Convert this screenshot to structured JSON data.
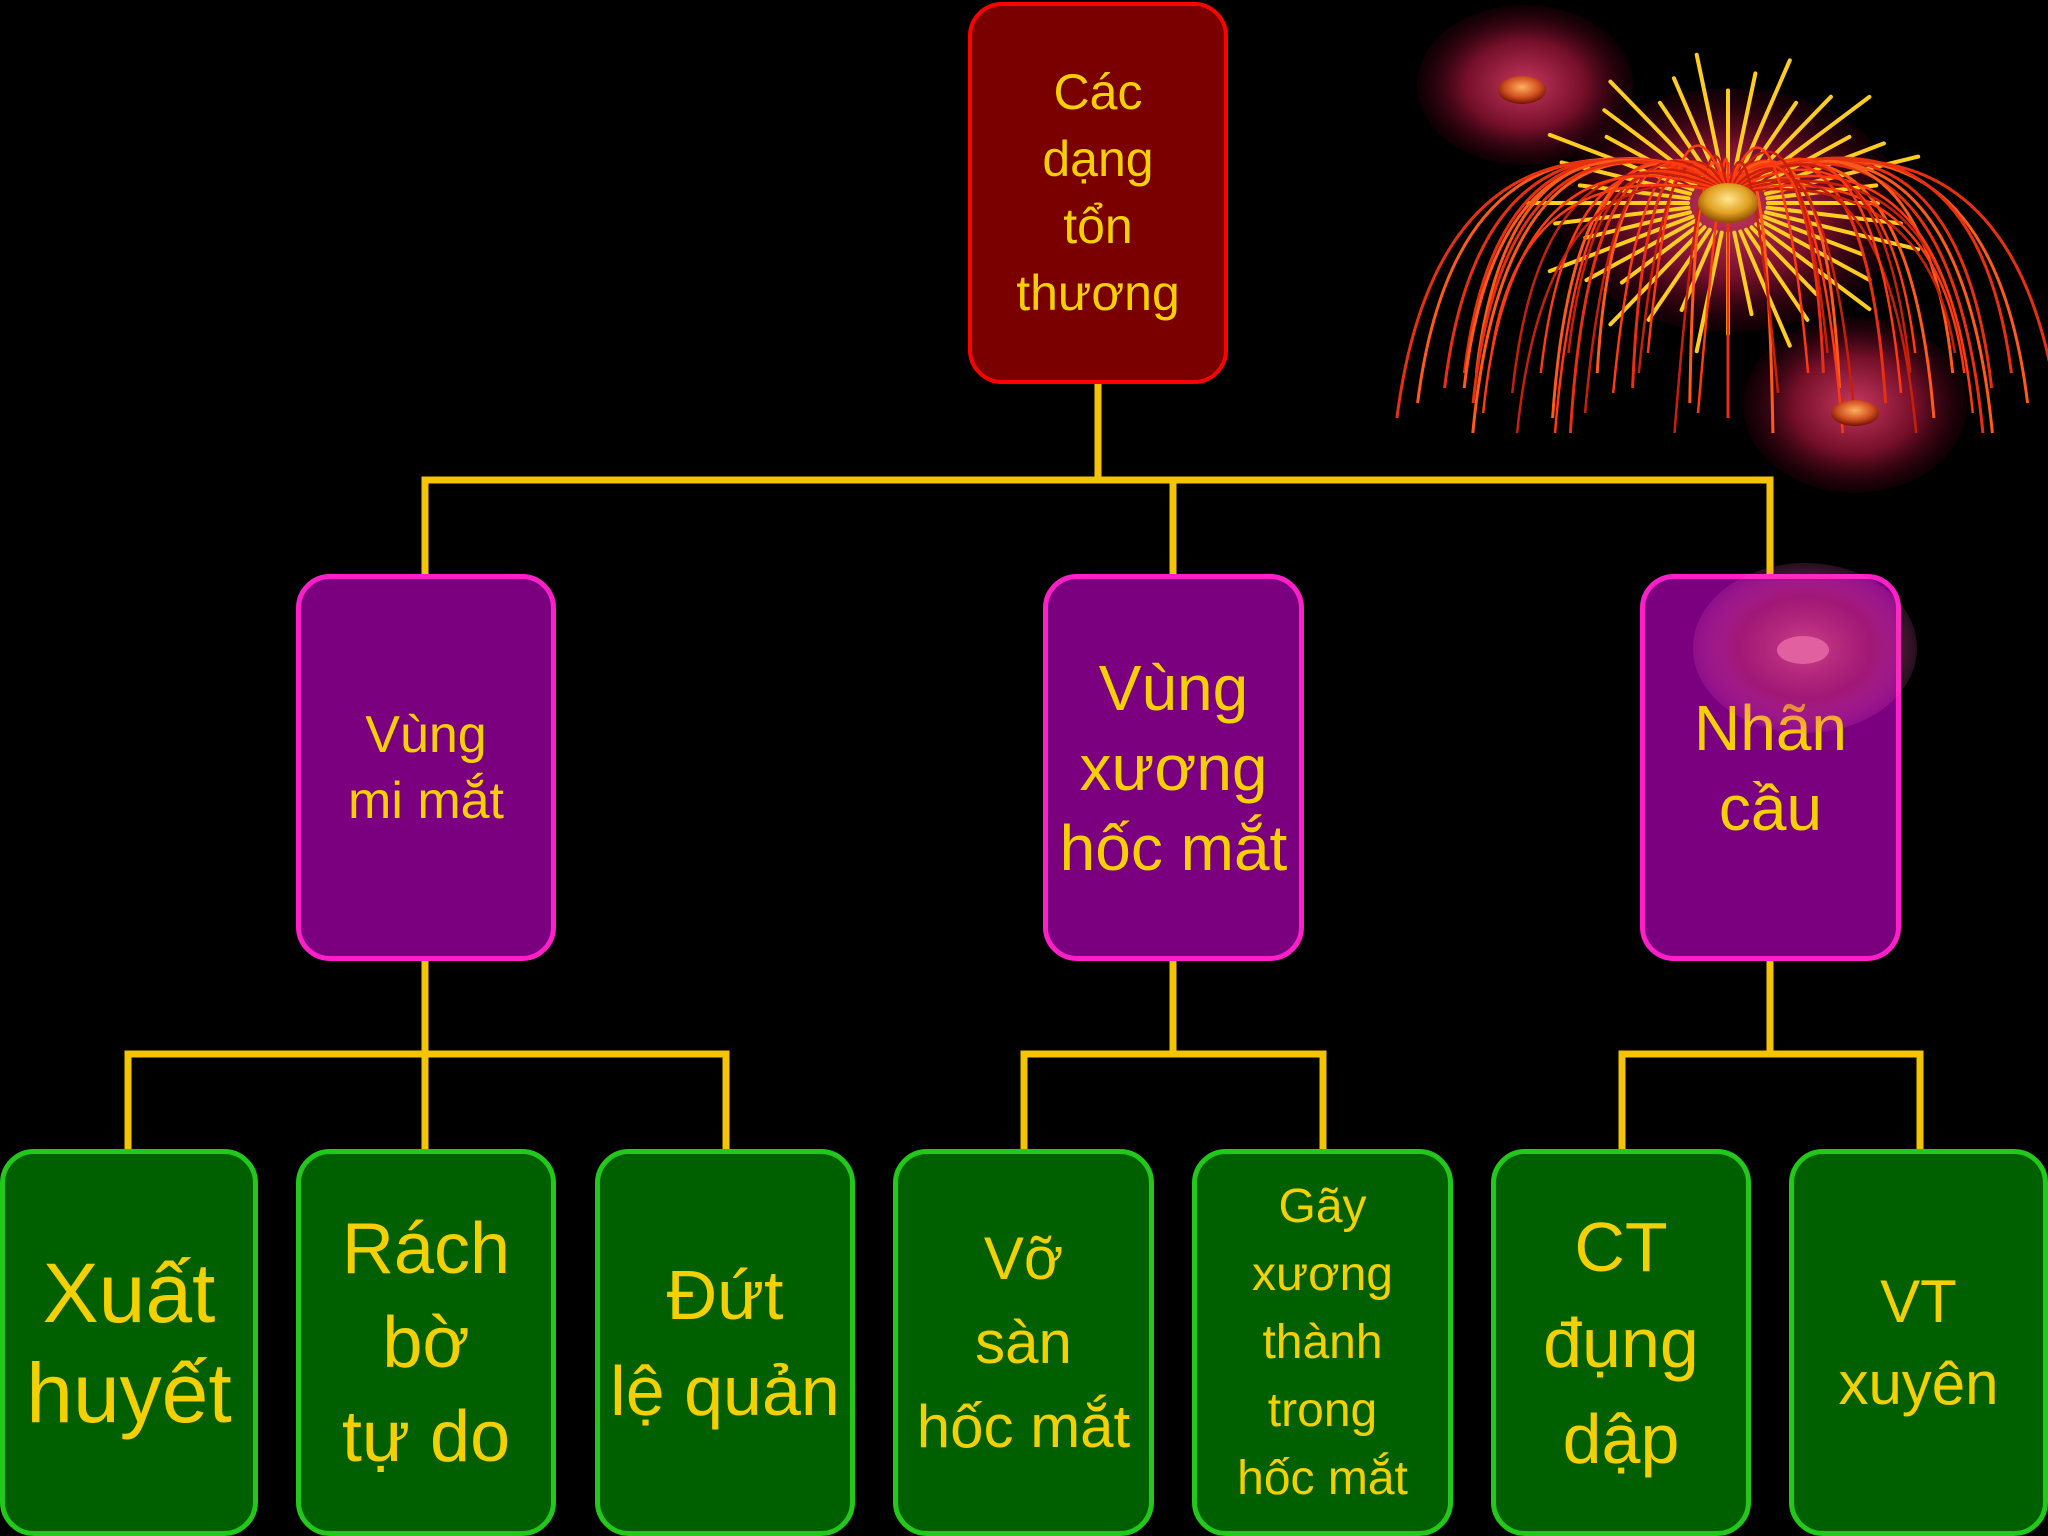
{
  "colors": {
    "background": "#000000",
    "connector": "#f5c400",
    "text": "#f5d000",
    "root_fill": "#7a0000",
    "root_border": "#ff0000",
    "mid_fill": "#7b0080",
    "mid_border": "#ff1fc8",
    "leaf_fill": "#006000",
    "leaf_border": "#22c81a"
  },
  "diagram": {
    "root": {
      "label": "Các\ndạng\ntổn\nthương"
    },
    "categories": [
      {
        "label": "Vùng\nmi mắt",
        "children": [
          {
            "label": "Xuất\nhuyết"
          },
          {
            "label": "Rách\nbờ\ntự do"
          },
          {
            "label": "Đứt\nlệ quản"
          }
        ]
      },
      {
        "label": "Vùng\nxương\nhốc mắt",
        "children": [
          {
            "label": "Vỡ\nsàn\nhốc mắt"
          },
          {
            "label": "Gãy\nxương\nthành\ntrong\nhốc mắt"
          }
        ]
      },
      {
        "label": "Nhãn\ncầu",
        "children": [
          {
            "label": "CT\nđụng\ndập"
          },
          {
            "label": "VT\nxuyên"
          }
        ]
      }
    ]
  },
  "decoration": {
    "icon": "fireworks-icon"
  }
}
